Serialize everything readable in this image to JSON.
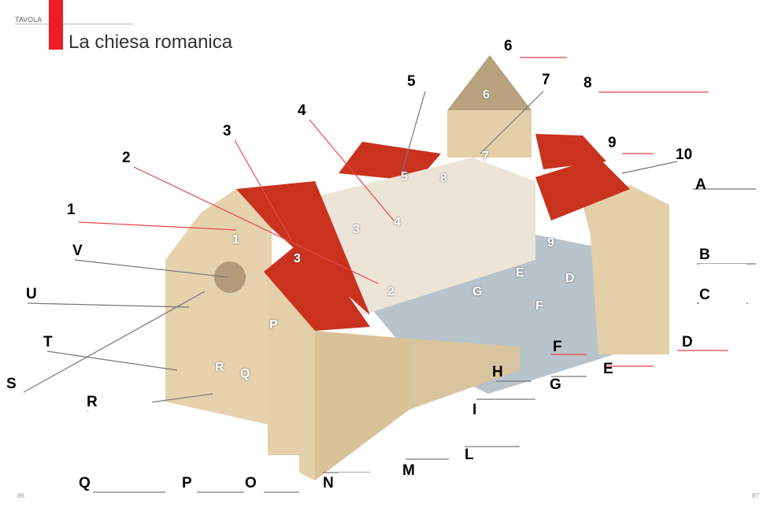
{
  "header": {
    "section": "TAVOLA",
    "title": "La chiesa romanica"
  },
  "pages": {
    "left": "86",
    "right": "87"
  },
  "colors": {
    "accent": "#ee1c25",
    "roof": "#c8321e",
    "stone": "#e3cfa8",
    "floor": "#b9c3cb"
  },
  "outer_labels": [
    "1",
    "2",
    "3",
    "4",
    "5",
    "6",
    "7",
    "8",
    "9",
    "10",
    "A",
    "B",
    "C",
    "D",
    "E",
    "F",
    "G",
    "H",
    "I",
    "L",
    "M",
    "N",
    "O",
    "P",
    "Q",
    "R",
    "S",
    "T",
    "U",
    "V"
  ],
  "inner_labels": [
    "1",
    "2",
    "3",
    "3",
    "4",
    "5",
    "6",
    "7",
    "8",
    "9",
    "D",
    "E",
    "F",
    "G",
    "P",
    "Q",
    "R"
  ]
}
